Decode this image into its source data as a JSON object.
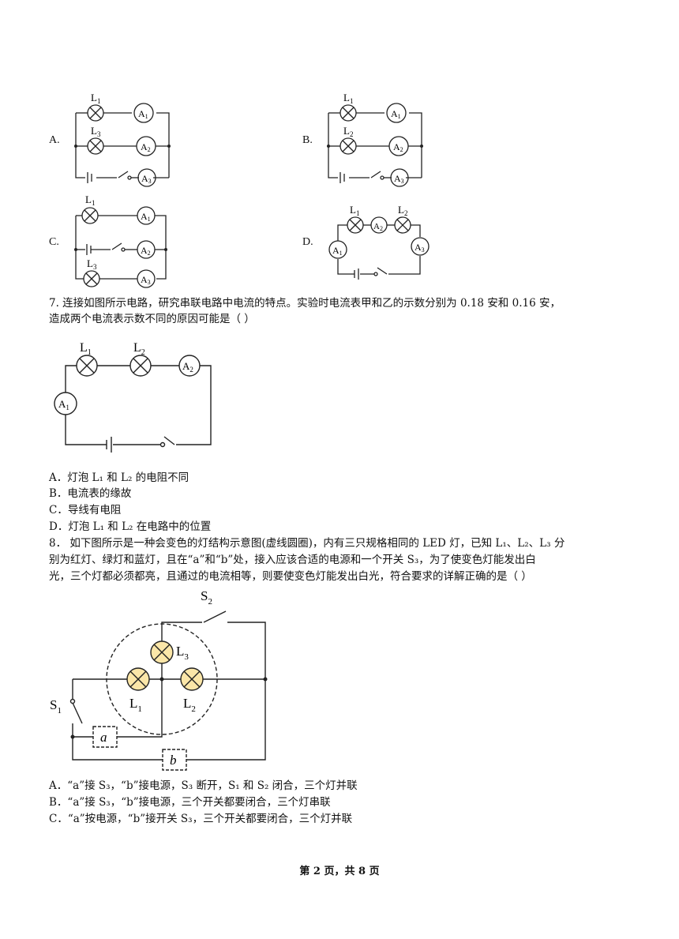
{
  "q6_options": {
    "a": "A.",
    "b": "B.",
    "c": "C.",
    "d": "D."
  },
  "q7": {
    "stem_line1": "7.   连接如图所示电路，研究串联电路中电流的特点。实验时电流表甲和乙的示数分别为 0.18 安和 0.16 安，",
    "stem_line2": "造成两个电流表示数不同的原因可能是（          ）",
    "option_a": "A．灯泡 L₁ 和 L₂ 的电阻不同",
    "option_b": "B．电流表的缘故",
    "option_c": "C．导线有电阻",
    "option_d": "D．灯泡 L₁ 和 L₂ 在电路中的位置"
  },
  "q8": {
    "stem_line1": "8．  如下图所示是一种会变色的灯结构示意图(虚线圆圈)，内有三只规格相同的 LED 灯，已知 L₁、L₂、L₃ 分",
    "stem_line2": "别为红灯、绿灯和蓝灯，且在“a”和“b”处，接入应该合适的电源和一个开关 S₃，为了使变色灯能发出白",
    "stem_line3": "光，三个灯都必须都亮，且通过的电流相等，则要使变色灯能发出白光，符合要求的详解正确的是（          ）",
    "option_a": "A．“a”接 S₃，“b”接电源，S₃ 断开，S₁ 和 S₂ 闭合，三个灯并联",
    "option_b": "B．“a”接 S₃，“b”接电源，三个开关都要闭合，三个灯串联",
    "option_c": "C．“a”按电源，“b”接开关 S₃，三个开关都要闭合，三个灯并联"
  },
  "diagram_labels": {
    "L1": "L",
    "L2": "L",
    "L3": "L",
    "A1": "A",
    "A2": "A",
    "A3": "A",
    "S1": "S",
    "S2": "S",
    "a": "a",
    "b": "b",
    "sub1": "1",
    "sub2": "2",
    "sub3": "3"
  },
  "footer": "第 2 页，共 8 页"
}
